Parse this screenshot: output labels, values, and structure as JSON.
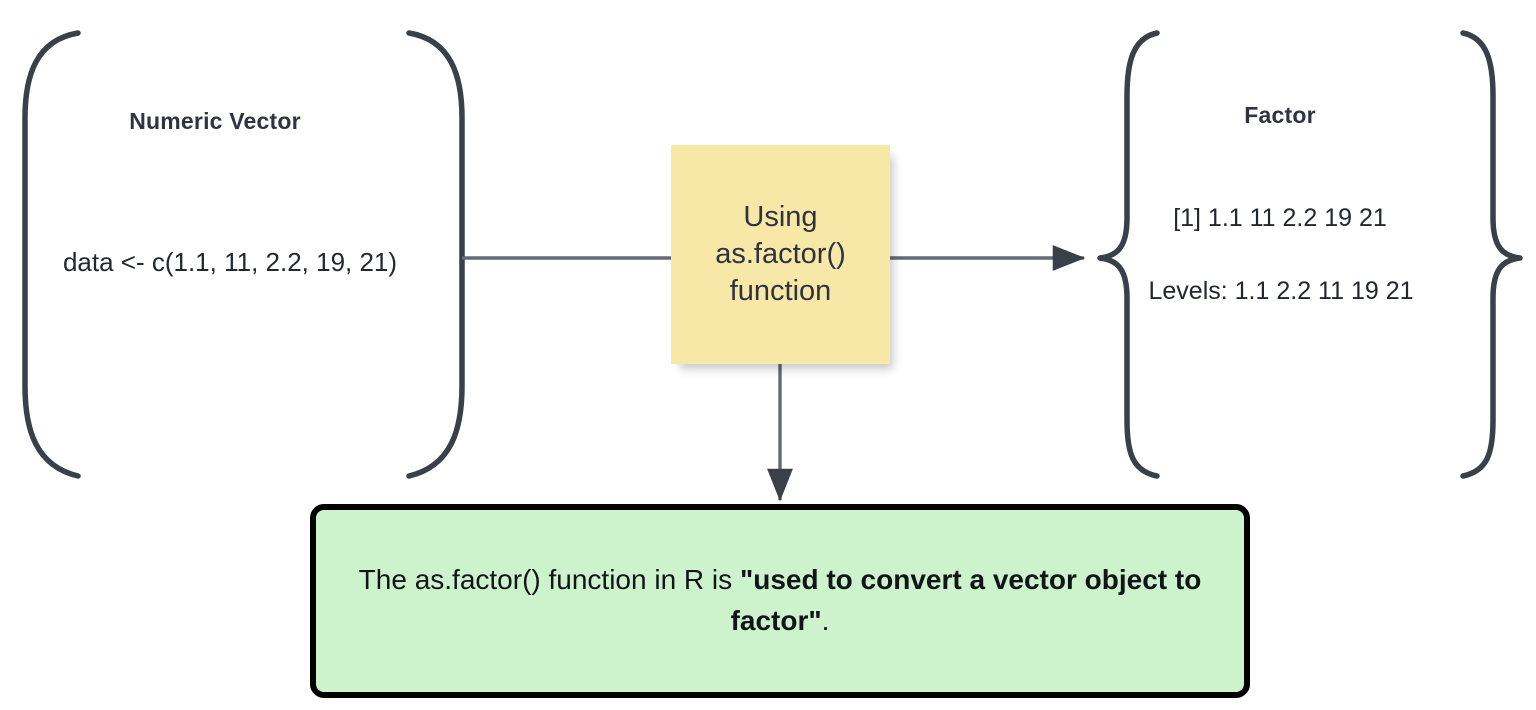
{
  "diagram": {
    "title_left": "Numeric Vector",
    "title_right": "Factor",
    "left_group": {
      "heading": "Numeric Vector",
      "code": "data <- c(1.1, 11, 2.2, 19, 21)",
      "bracket_left_icon": "round-bracket-open-icon",
      "bracket_right_icon": "round-bracket-close-icon"
    },
    "process_note": {
      "line1": "Using",
      "line2": "as.factor()",
      "line3": "function",
      "fill_color": "#f8e8a8",
      "icon": "sticky-note-icon"
    },
    "right_group": {
      "heading": "Factor",
      "values": "[1] 1.1 11 2.2 19 21",
      "levels": "Levels: 1.1 2.2 11 19 21",
      "brace_left_icon": "curly-brace-open-icon",
      "brace_right_icon": "curly-brace-close-icon"
    },
    "conclusion": {
      "prefix": "The as.factor() function in R is ",
      "emphasis": "\"used to convert a vector object to factor\"",
      "suffix": ".",
      "fill_color": "#cdf3cc",
      "border_color": "#000000"
    },
    "connectors": {
      "left_to_note": "horizontal-arrow-connector",
      "note_to_factor": "horizontal-arrow-connector",
      "note_to_conclusion": "vertical-arrow-connector"
    },
    "stroke_color": "#3a4049"
  }
}
